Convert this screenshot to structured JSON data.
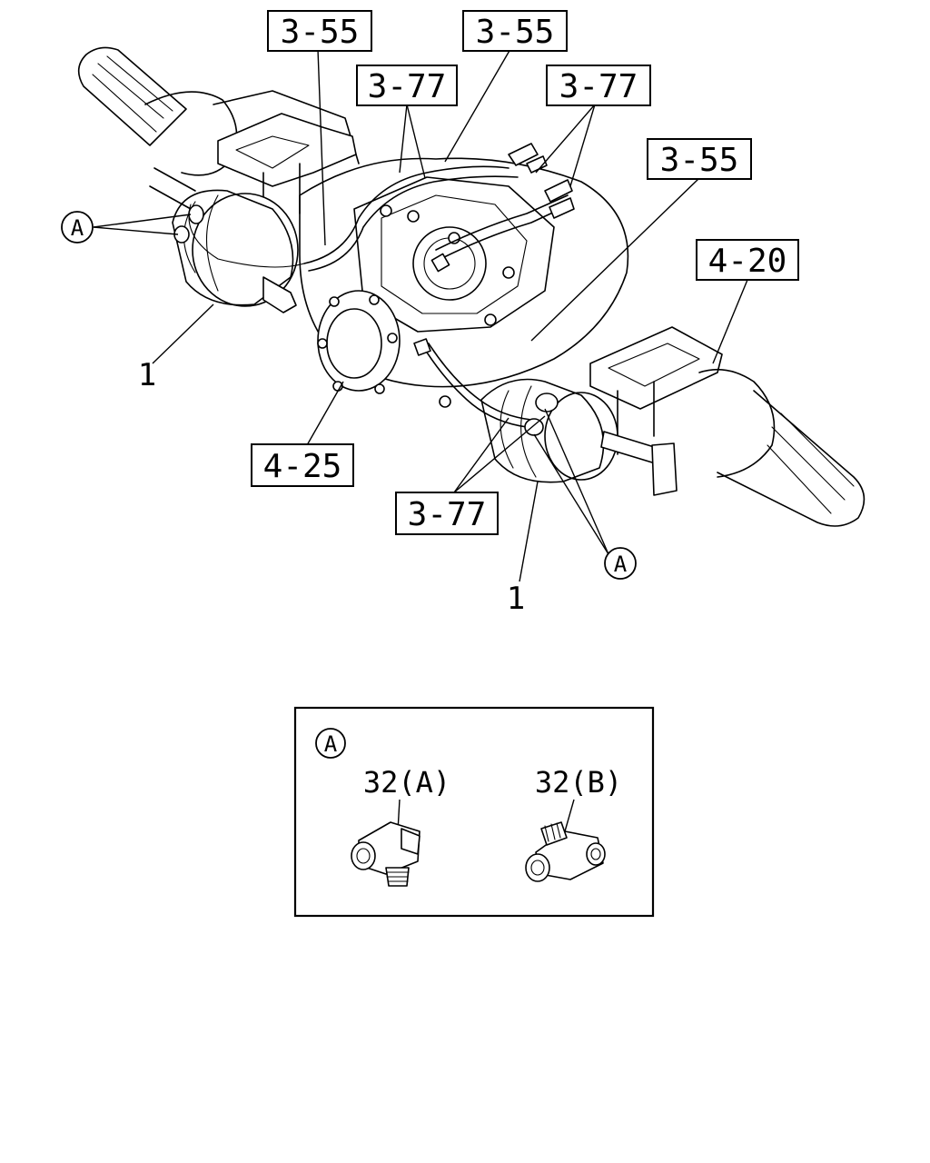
{
  "callouts": {
    "ref_3_55_a": "3-55",
    "ref_3_55_b": "3-55",
    "ref_3_55_c": "3-55",
    "ref_3_77_a": "3-77",
    "ref_3_77_b": "3-77",
    "ref_3_77_c": "3-77",
    "ref_4_20": "4-20",
    "ref_4_25": "4-25",
    "part_1_left": "1",
    "part_1_right": "1",
    "marker_a_left": "A",
    "marker_a_right": "A"
  },
  "detail": {
    "marker": "A",
    "part_a_label": "32(A)",
    "part_b_label": "32(B)"
  }
}
